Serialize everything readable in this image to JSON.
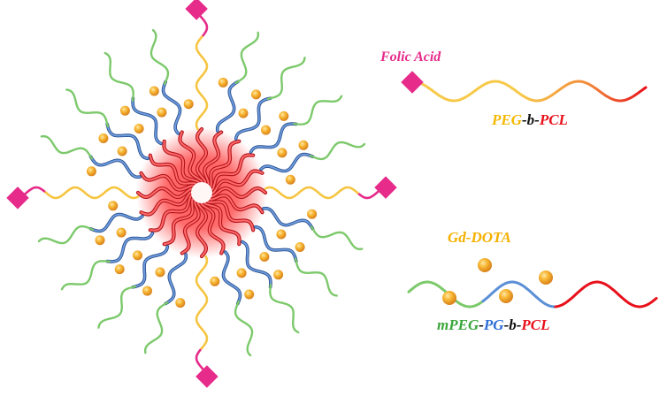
{
  "legend": {
    "folic_acid": "Folic Acid",
    "peg_b_pcl": [
      {
        "text": "PEG",
        "color": "#f5b800"
      },
      {
        "text": "-b-",
        "color": "#111111"
      },
      {
        "text": "PCL",
        "color": "#e8101a"
      }
    ],
    "gd_dota": "Gd-DOTA",
    "mpeg_pg_b_pcl": [
      {
        "text": "mPEG",
        "color": "#3aa63a"
      },
      {
        "text": "-",
        "color": "#111111"
      },
      {
        "text": "PG",
        "color": "#2f6fd6"
      },
      {
        "text": "-b-",
        "color": "#111111"
      },
      {
        "text": "PCL",
        "color": "#e8101a"
      }
    ]
  },
  "colors": {
    "folic_acid": "#e62b8a",
    "peg": "#f5c542",
    "pcl": "#e8101a",
    "mpeg": "#7cc96b",
    "pg": "#5b8fd6",
    "gd_dota": "#f5a623",
    "core_glow": "#ff3b3b"
  }
}
